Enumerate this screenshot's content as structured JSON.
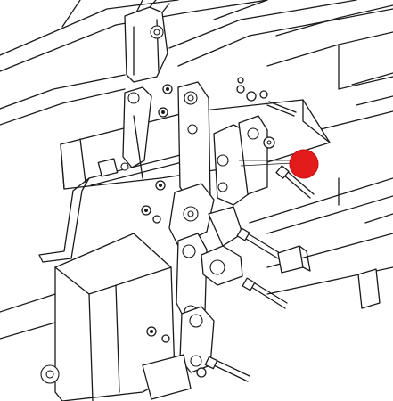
{
  "diagram": {
    "type": "exploded-parts-drawing",
    "style": "black line art on white",
    "callout_marker": {
      "shape": "circle",
      "color": "#e31b1b",
      "label": ""
    }
  }
}
